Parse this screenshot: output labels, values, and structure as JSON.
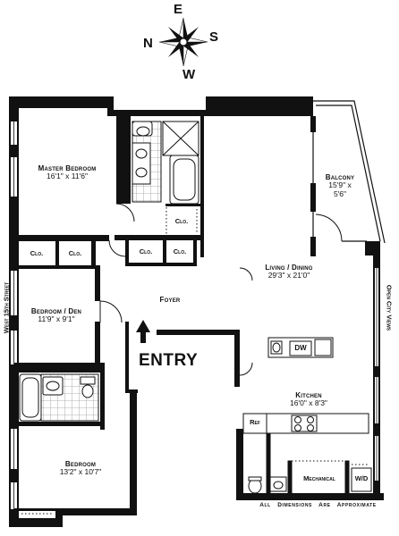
{
  "compass": {
    "north": "N",
    "south": "S",
    "east": "E",
    "west": "W"
  },
  "rooms": {
    "master_bedroom": {
      "name": "Master Bedroom",
      "dims": "16'1\" x 11'6\""
    },
    "balcony": {
      "name": "Balcony",
      "dims_line1": "15'9\" x",
      "dims_line2": "5'6\""
    },
    "living_dining": {
      "name": "Living / Dining",
      "dims": "29'3\" x 21'0\""
    },
    "bedroom_den": {
      "name": "Bedroom / Den",
      "dims": "11'9\" x 9'1\""
    },
    "foyer": {
      "name": "Foyer"
    },
    "kitchen": {
      "name": "Kitchen",
      "dims": "16'0\" x 8'3\""
    },
    "bedroom": {
      "name": "Bedroom",
      "dims": "13'2\" x 10'7\""
    },
    "mechanical": {
      "name": "Mechanical"
    }
  },
  "closets": {
    "label": "Clo."
  },
  "appliances": {
    "dishwasher": "DW",
    "refrigerator": "Ref",
    "washer_dryer": "W/D"
  },
  "entry_label": "ENTRY",
  "street_label": "West 15th Street",
  "views_label": "Open City Views",
  "footnote": "All Dimensions Are Approximate"
}
